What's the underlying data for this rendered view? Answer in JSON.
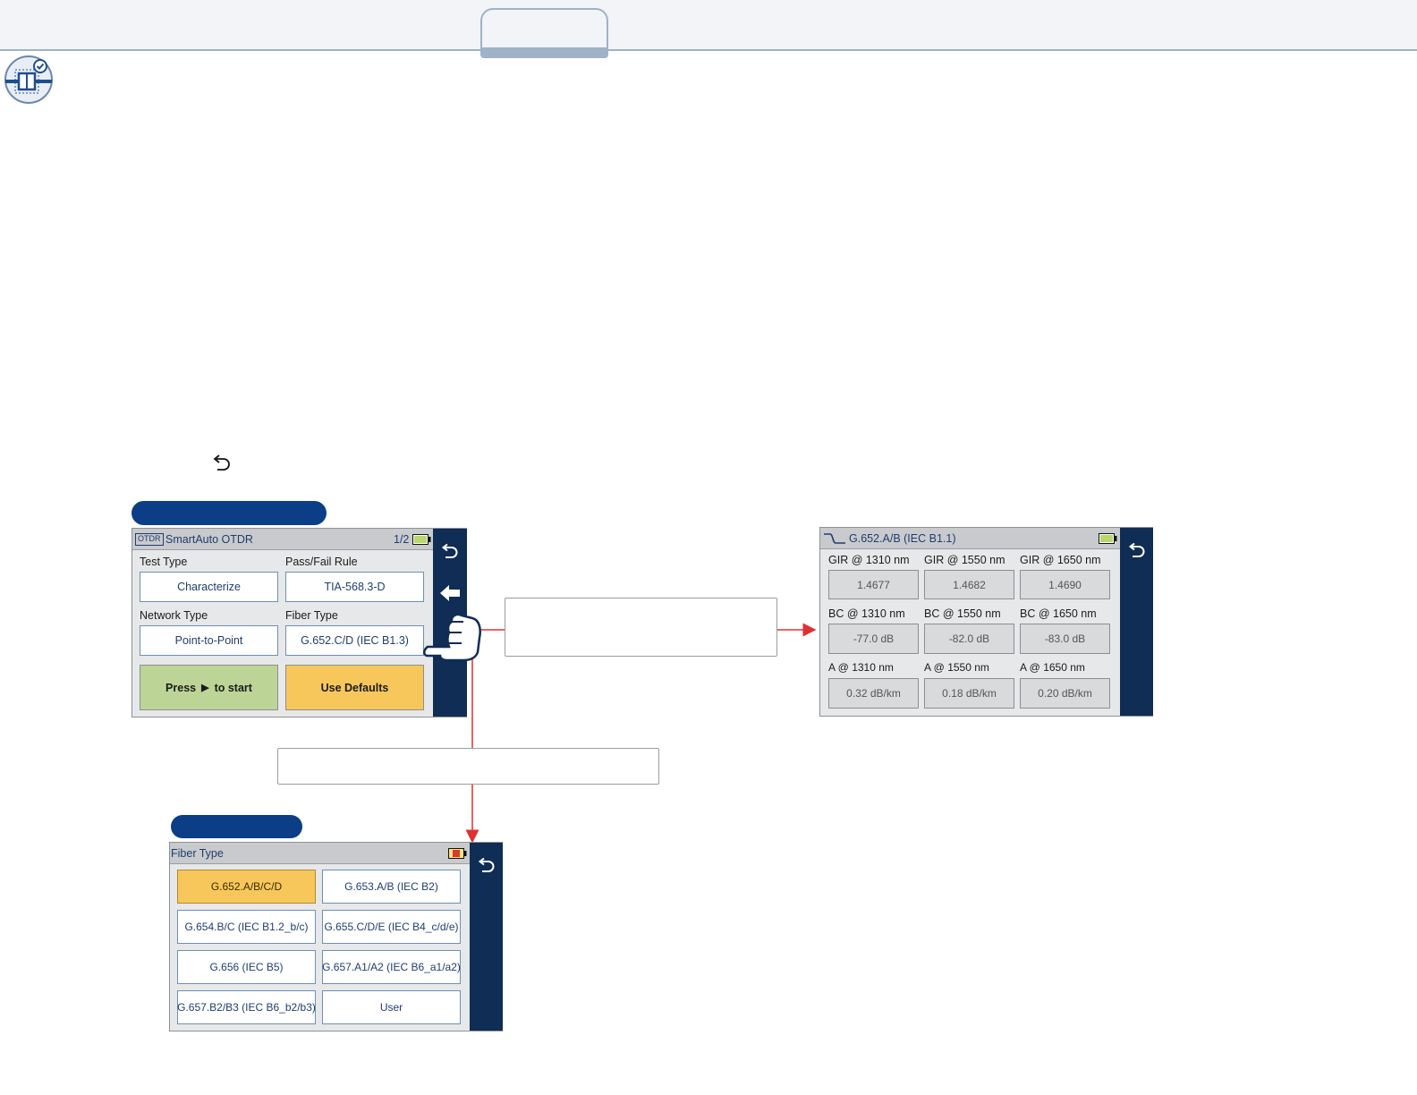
{
  "screen1": {
    "title": "SmartAuto OTDR",
    "title_badge": "OTDR",
    "page": "1/2",
    "test_type_label": "Test Type",
    "test_type_value": "Characterize",
    "pass_fail_label": "Pass/Fail Rule",
    "pass_fail_value": "TIA-568.3-D",
    "network_type_label": "Network Type",
    "network_type_value": "Point-to-Point",
    "fiber_type_label": "Fiber Type",
    "fiber_type_value": "G.652.C/D (IEC B1.3)",
    "start_prefix": "Press",
    "start_suffix": "to start",
    "defaults_label": "Use Defaults"
  },
  "screen2": {
    "title": "G.652.A/B (IEC B1.1)",
    "rows": [
      {
        "labels": [
          "GIR @ 1310 nm",
          "GIR @ 1550 nm",
          "GIR @ 1650 nm"
        ],
        "values": [
          "1.4677",
          "1.4682",
          "1.4690"
        ]
      },
      {
        "labels": [
          "BC @ 1310 nm",
          "BC @ 1550 nm",
          "BC @ 1650 nm"
        ],
        "values": [
          "-77.0 dB",
          "-82.0 dB",
          "-83.0 dB"
        ]
      },
      {
        "labels": [
          "A @ 1310 nm",
          "A @ 1550 nm",
          "A @ 1650 nm"
        ],
        "values": [
          "0.32 dB/km",
          "0.18 dB/km",
          "0.20 dB/km"
        ]
      }
    ]
  },
  "screen3": {
    "title": "Fiber Type",
    "options": [
      "G.652.A/B/C/D",
      "G.653.A/B (IEC B2)",
      "G.654.B/C (IEC B1.2_b/c)",
      "G.655.C/D/E (IEC B4_c/d/e)",
      "G.656 (IEC B5)",
      "G.657.A1/A2 (IEC B6_a1/a2)",
      "G.657.B2/B3 (IEC B6_b2/b3)",
      "User"
    ],
    "selected_index": 0
  },
  "icons": {
    "back": "undo-arrow-icon",
    "prev": "left-arrow-icon",
    "hand": "pointing-hand-icon",
    "battery": "battery-icon",
    "fiber_curve": "fiber-profile-icon",
    "section_logo": "otdr-test-icon"
  },
  "colors": {
    "accent_blue": "#0b3e86",
    "nav_panel": "#0f2d55",
    "selected_yellow": "#f7c75b",
    "start_green": "#bcd596",
    "connector_red": "#e03030"
  }
}
